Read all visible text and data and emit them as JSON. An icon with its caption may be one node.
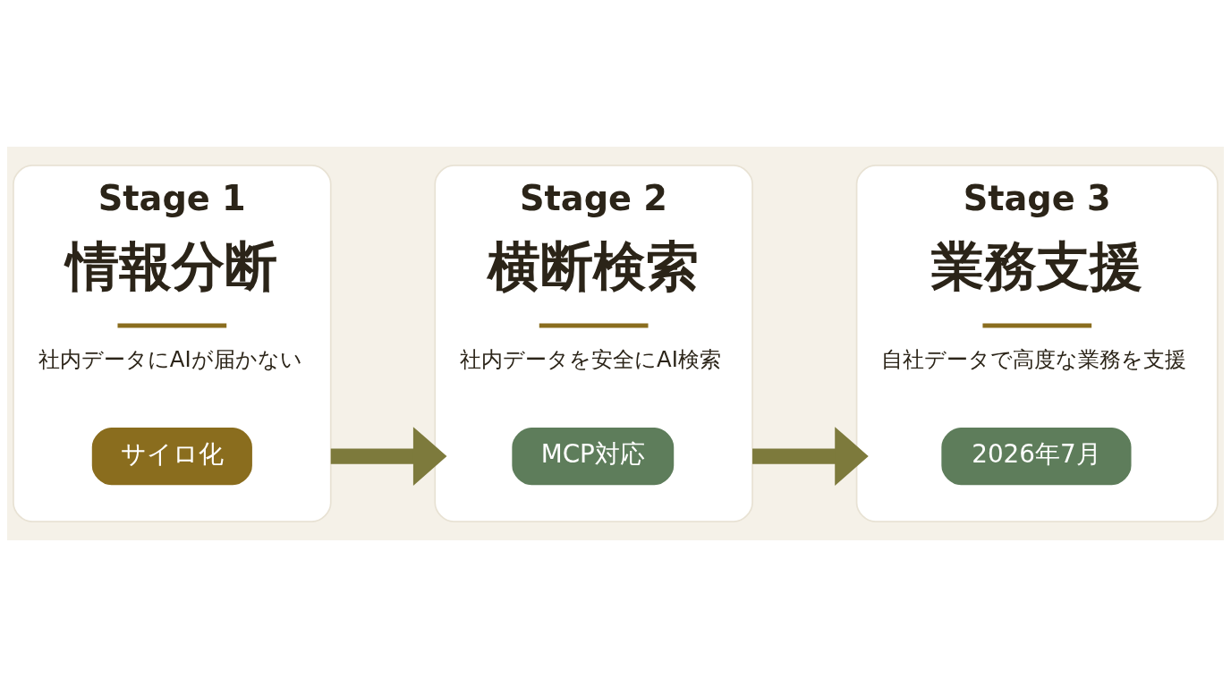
{
  "diagram": {
    "nodes": [
      {
        "text": [
          "Stage 1",
          "情報分断",
          "社内データにAIが届かない"
        ]
      },
      {
        "text": [
          "サイロ化"
        ],
        "in": 0
      },
      {
        "text": [
          "Stage 2",
          "横断検索",
          "社内データを安全にAI検索"
        ]
      },
      {
        "text": [
          "MCP対応"
        ],
        "in": 2
      },
      {
        "text": [
          "Stage 3",
          "業務支援",
          "自社データで高度な業務を支援"
        ]
      },
      {
        "text": [
          "2026年7月"
        ],
        "in": 4
      }
    ],
    "edges": [
      {
        "from": 0,
        "to": 2,
        "arrow": "to"
      },
      {
        "from": 2,
        "to": 4,
        "arrow": "to"
      }
    ]
  }
}
